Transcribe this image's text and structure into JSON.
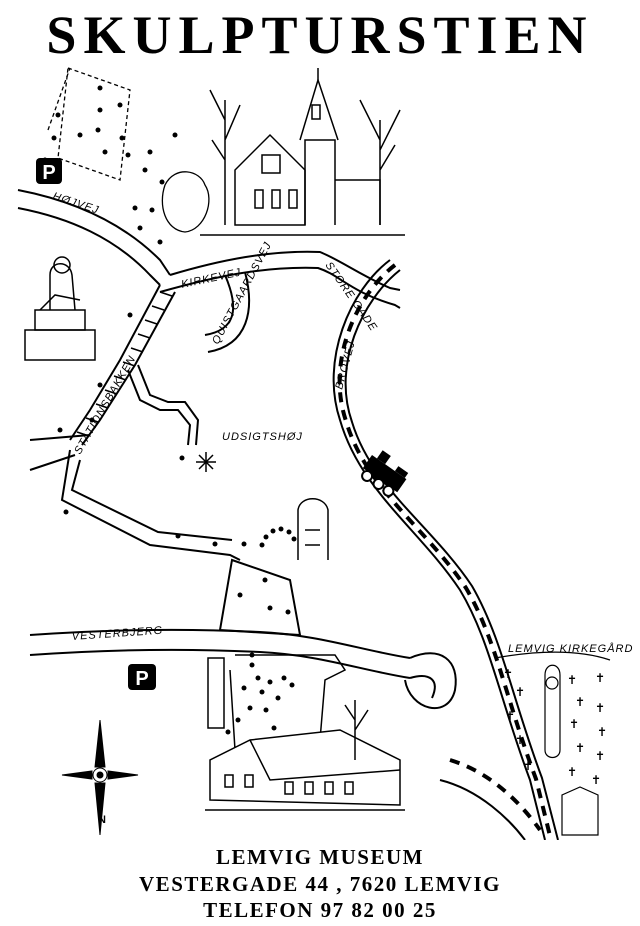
{
  "title": "SKULPTURSTIEN",
  "map": {
    "streets": {
      "hoejvej": "HØJVEJ",
      "kirkevej": "KIRKEVEJ",
      "store_gade": "STORE GADE",
      "kongeevej": "QUISTGAARDSVEJ",
      "broevej": "BROVEJ",
      "stationsbakken": "STATIONSBAKKEN",
      "vesterbjerg": "VESTERBJERG",
      "udsigtshoej": "UDSIGTSHØJ",
      "kirkegaard": "LEMVIG KIRKEGÅRD"
    },
    "parking_symbol": "P",
    "north_label": "N"
  },
  "footer": {
    "line1": "LEMVIG MUSEUM",
    "line2": "VESTERGADE 44 , 7620 LEMVIG",
    "line3": "TELEFON 97 82 00 25"
  }
}
